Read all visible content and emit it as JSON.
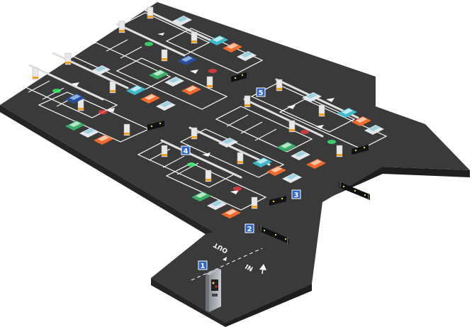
{
  "floor_labels": {
    "out": "OUT",
    "in": "IN"
  },
  "zone_badges": [
    "1",
    "2",
    "3",
    "4",
    "5"
  ],
  "colors": {
    "floor": "#3a3a3a",
    "floor_side": "#242424",
    "line": "#ffffff",
    "badge": "#2f64c8",
    "car_green": "#3cae6a",
    "car_teal": "#3fb8c8",
    "car_orange": "#f26b2d",
    "car_white": "#e4e8ec",
    "car_blue": "#2a4f9a",
    "barrier": "#e0e0e0",
    "bollard_stripe": "#f0a020",
    "sign_text": "#e8d54a"
  },
  "icons": [
    "arrow-icon",
    "kiosk-icon",
    "car-icon",
    "barrier-gate-icon",
    "guidance-sign-icon"
  ]
}
